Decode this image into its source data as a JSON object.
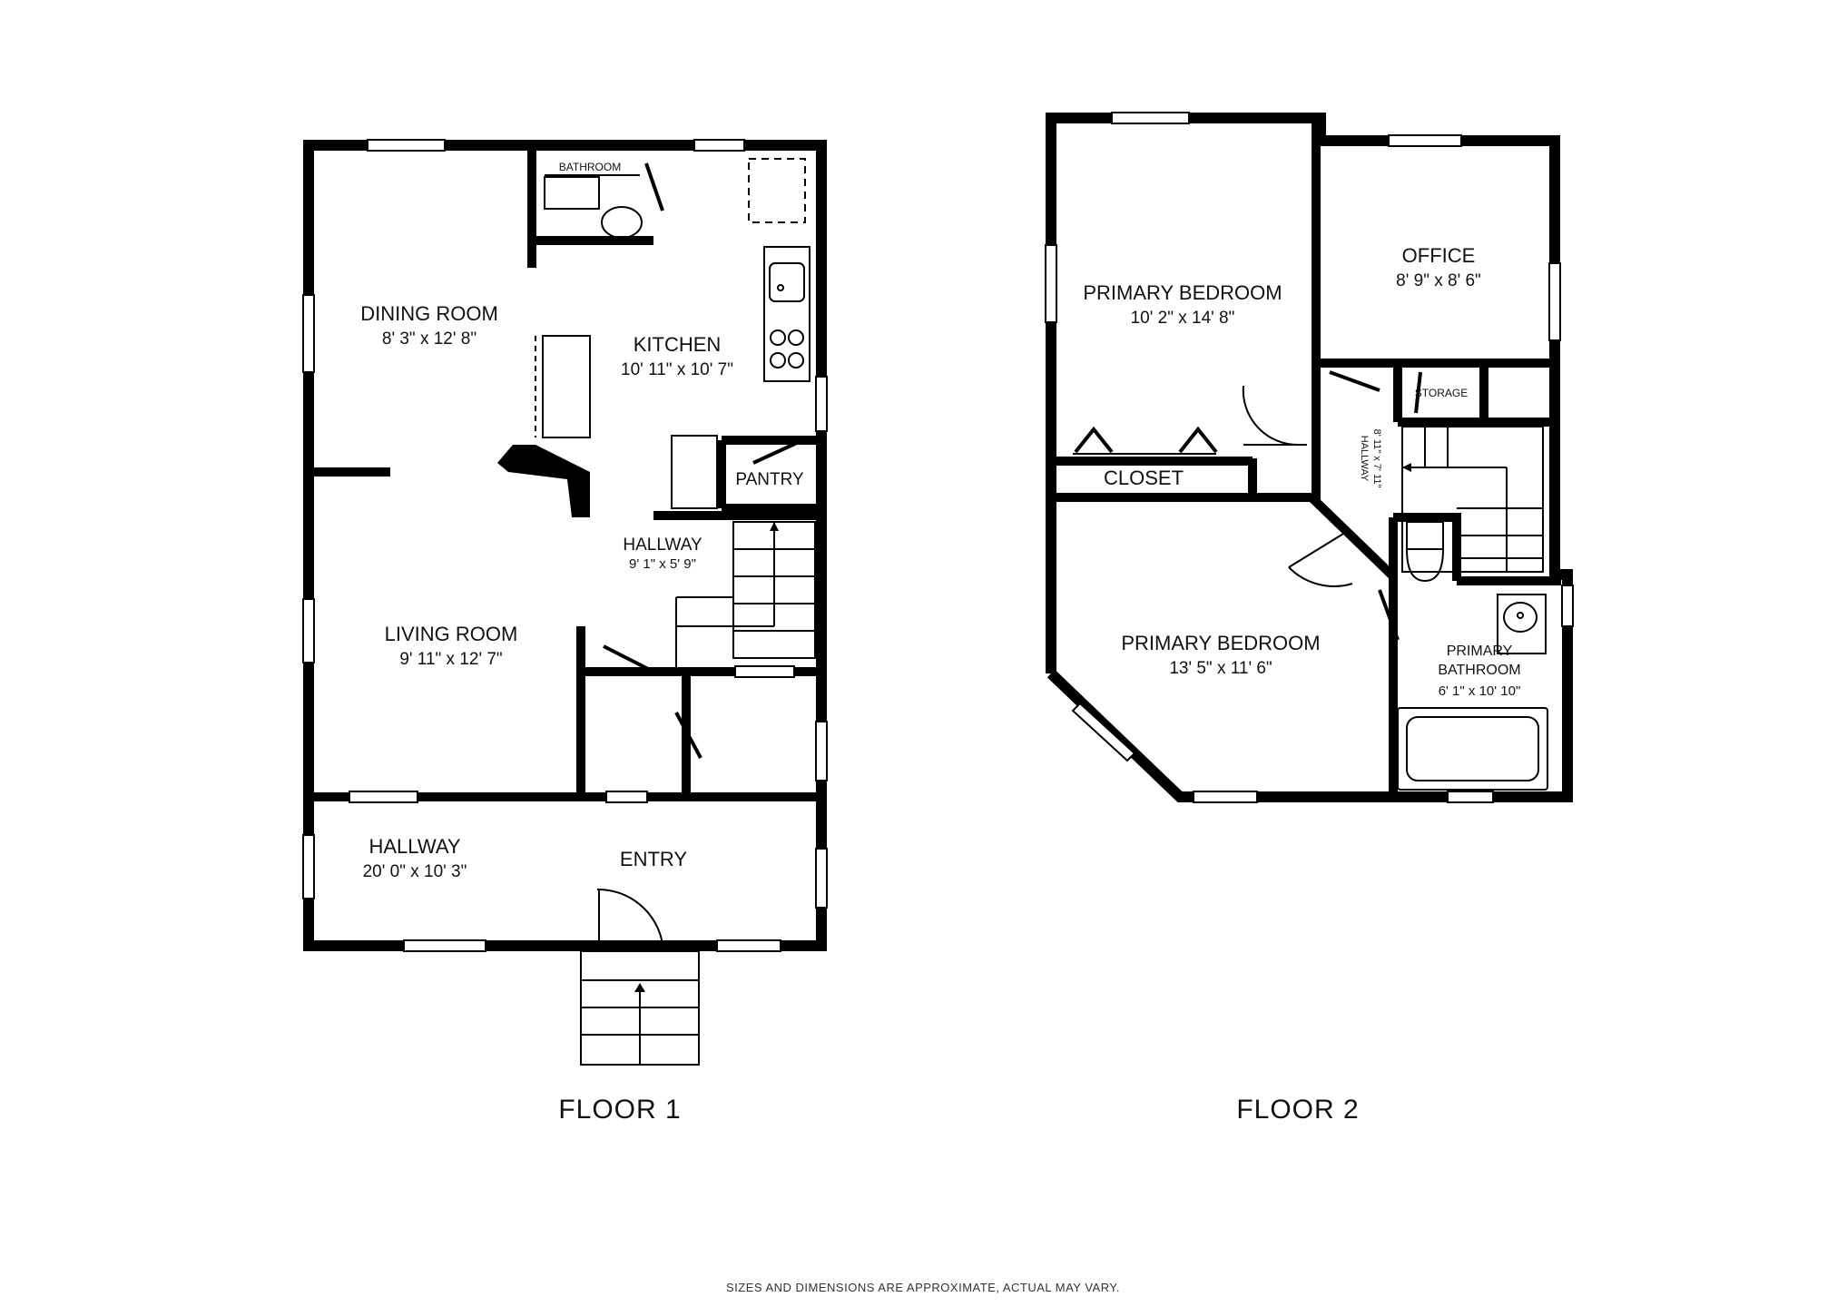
{
  "floors": [
    {
      "label": "FLOOR 1",
      "rooms": [
        {
          "name": "DINING ROOM",
          "dims": "8' 3\" x 12' 8\""
        },
        {
          "name": "KITCHEN",
          "dims": "10' 11\" x 10' 7\""
        },
        {
          "name": "BATHROOM"
        },
        {
          "name": "PANTRY"
        },
        {
          "name": "HALLWAY",
          "dims": "9' 1\" x 5' 9\""
        },
        {
          "name": "LIVING ROOM",
          "dims": "9' 11\" x 12' 7\""
        },
        {
          "name": "HALLWAY",
          "dims": "20' 0\" x 10' 3\""
        },
        {
          "name": "ENTRY"
        }
      ]
    },
    {
      "label": "FLOOR 2",
      "rooms": [
        {
          "name": "PRIMARY BEDROOM",
          "dims": "10' 2\" x 14' 8\""
        },
        {
          "name": "OFFICE",
          "dims": "8' 9\" x 8' 6\""
        },
        {
          "name": "STORAGE"
        },
        {
          "name": "HALLWAY",
          "dims": "8' 11\" x 7' 11\""
        },
        {
          "name": "CLOSET"
        },
        {
          "name": "PRIMARY BEDROOM",
          "dims": "13' 5\" x 11' 6\""
        },
        {
          "name": "PRIMARY BATHROOM",
          "dims": "6' 1\" x 10' 10\""
        }
      ]
    }
  ],
  "primary_bathroom_lines": [
    "PRIMARY",
    "BATHROOM"
  ],
  "footer_note": "SIZES AND DIMENSIONS ARE APPROXIMATE, ACTUAL MAY VARY."
}
